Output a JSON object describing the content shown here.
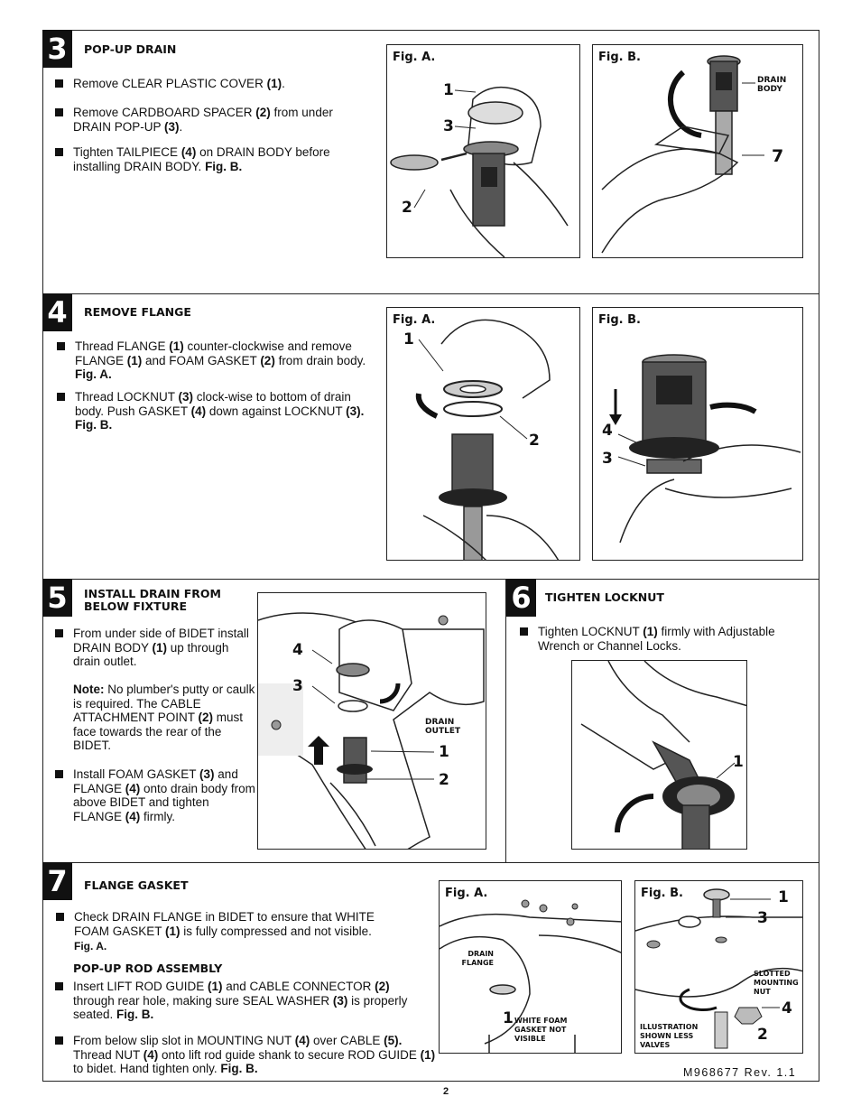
{
  "steps": {
    "s3": {
      "num": "3",
      "title": "POP-UP DRAIN",
      "b1": [
        {
          "t": "Remove CLEAR PLASTIC COVER "
        },
        {
          "t": "(1)",
          "b": true
        },
        {
          "t": "."
        }
      ],
      "b2": [
        {
          "t": "Remove CARDBOARD SPACER "
        },
        {
          "t": "(2)",
          "b": true
        },
        {
          "t": " from under DRAIN POP-UP "
        },
        {
          "t": "(3)",
          "b": true
        },
        {
          "t": "."
        }
      ],
      "b3": [
        {
          "t": "Tighten TAILPIECE "
        },
        {
          "t": "(4)",
          "b": true
        },
        {
          "t": " on DRAIN BODY before installing DRAIN BODY. "
        },
        {
          "t": "Fig. B.",
          "b": true
        }
      ],
      "figA": {
        "label": "Fig. A.",
        "c1": "1",
        "c3": "3",
        "c2": "2"
      },
      "figB": {
        "label": "Fig. B.",
        "drain_body": "DRAIN BODY",
        "c7": "7"
      }
    },
    "s4": {
      "num": "4",
      "title": "REMOVE FLANGE",
      "b1": [
        {
          "t": "Thread FLANGE "
        },
        {
          "t": "(1)",
          "b": true
        },
        {
          "t": " counter-clockwise and remove FLANGE "
        },
        {
          "t": "(1)",
          "b": true
        },
        {
          "t": " and FOAM GASKET "
        },
        {
          "t": "(2)",
          "b": true
        },
        {
          "t": " from drain body. "
        },
        {
          "t": "Fig. A.",
          "b": true
        }
      ],
      "b2": [
        {
          "t": "Thread LOCKNUT "
        },
        {
          "t": "(3)",
          "b": true
        },
        {
          "t": " clock-wise to bottom of drain body. Push GASKET "
        },
        {
          "t": "(4)",
          "b": true
        },
        {
          "t": " down against LOCKNUT "
        },
        {
          "t": "(3). Fig. B.",
          "b": true
        }
      ],
      "figA": {
        "label": "Fig. A.",
        "c1": "1",
        "c2": "2"
      },
      "figB": {
        "label": "Fig. B.",
        "c4": "4",
        "c3": "3"
      }
    },
    "s5": {
      "num": "5",
      "title": "INSTALL DRAIN FROM BELOW FIXTURE",
      "b1": [
        {
          "t": "From under side of BIDET install DRAIN BODY "
        },
        {
          "t": "(1)",
          "b": true
        },
        {
          "t": " up through drain outlet."
        }
      ],
      "note": [
        {
          "t": "Note:",
          "b": true
        },
        {
          "t": " No plumber's putty or caulk is required. The CABLE ATTACHMENT POINT "
        },
        {
          "t": "(2)",
          "b": true
        },
        {
          "t": " must face towards the rear of the BIDET."
        }
      ],
      "b2": [
        {
          "t": "Install FOAM GASKET "
        },
        {
          "t": "(3)",
          "b": true
        },
        {
          "t": " and FLANGE "
        },
        {
          "t": "(4)",
          "b": true
        },
        {
          "t": " onto drain body from above BIDET and tighten FLANGE "
        },
        {
          "t": "(4)",
          "b": true
        },
        {
          "t": " firmly."
        }
      ],
      "fig": {
        "c4": "4",
        "c3": "3",
        "c1": "1",
        "c2": "2",
        "drain_outlet": "DRAIN OUTLET"
      }
    },
    "s6": {
      "num": "6",
      "title": "TIGHTEN LOCKNUT",
      "b1": [
        {
          "t": "Tighten LOCKNUT "
        },
        {
          "t": "(1)",
          "b": true
        },
        {
          "t": " firmly with Adjustable Wrench or Channel Locks."
        }
      ],
      "fig": {
        "c1": "1"
      }
    },
    "s7": {
      "num": "7",
      "title": "FLANGE GASKET",
      "b1": [
        {
          "t": "Check DRAIN FLANGE in BIDET to ensure that WHITE FOAM GASKET "
        },
        {
          "t": "(1)",
          "b": true
        },
        {
          "t": " is fully compressed and not visible."
        }
      ],
      "b1_fig": "Fig. A.",
      "subtitle": "POP-UP ROD ASSEMBLY",
      "b2": [
        {
          "t": "Insert LIFT ROD GUIDE "
        },
        {
          "t": "(1)",
          "b": true
        },
        {
          "t": " and CABLE CONNECTOR "
        },
        {
          "t": "(2)",
          "b": true
        },
        {
          "t": " through rear hole, making sure SEAL WASHER "
        },
        {
          "t": "(3)",
          "b": true
        },
        {
          "t": " is properly seated. "
        },
        {
          "t": "Fig. B.",
          "b": true
        }
      ],
      "b3": [
        {
          "t": "From below slip slot in MOUNTING NUT "
        },
        {
          "t": "(4)",
          "b": true
        },
        {
          "t": " over CABLE "
        },
        {
          "t": "(5).",
          "b": true
        },
        {
          "t": " Thread NUT "
        },
        {
          "t": "(4)",
          "b": true
        },
        {
          "t": " onto lift rod guide shank to secure ROD GUIDE "
        },
        {
          "t": "(1)",
          "b": true
        },
        {
          "t": " to bidet. Hand tighten only. "
        },
        {
          "t": "Fig. B.",
          "b": true
        }
      ],
      "figA": {
        "label": "Fig. A.",
        "drain_flange": "DRAIN FLANGE",
        "c1": "1",
        "white_foam": "WHITE FOAM GASKET NOT VISIBLE"
      },
      "figB": {
        "label": "Fig. B.",
        "c1": "1",
        "c3": "3",
        "c4": "4",
        "c2": "2",
        "slotted": "SLOTTED MOUNTING NUT",
        "illustration": "ILLUSTRATION SHOWN LESS VALVES"
      }
    }
  },
  "footer": {
    "revision": "M968677 Rev. 1.1",
    "page": "2"
  }
}
